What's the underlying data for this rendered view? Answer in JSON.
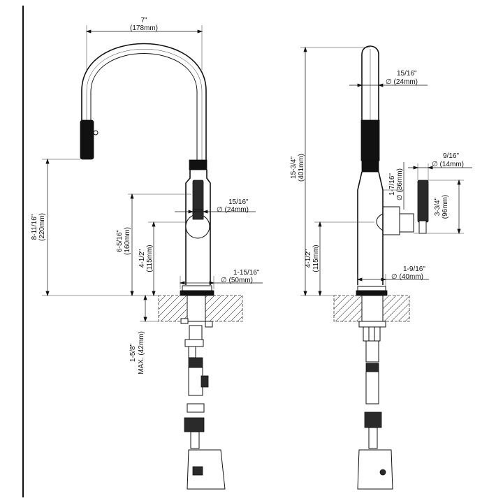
{
  "front_view": {
    "width_in": "7\"",
    "width_mm": "(178mm)",
    "spout_height_in": "8-11/16\"",
    "spout_height_mm": "(220mm)",
    "handle_height_in": "6-5/16\"",
    "handle_height_mm": "(160mm)",
    "lever_height_in": "4-1/2\"",
    "lever_height_mm": "(115mm)",
    "handle_dia_in": "15/16\"",
    "handle_dia_mm": "∅ (24mm)",
    "base_dia_in": "1-15/16\"",
    "base_dia_mm": "∅ (50mm)",
    "deck_in": "1-5/8\"",
    "deck_mm": "MAX. (42mm)"
  },
  "side_view": {
    "total_height_in": "15-3/4\"",
    "total_height_mm": "(401mm)",
    "spout_dia_in": "15/16\"",
    "spout_dia_mm": "∅ (24mm)",
    "body_dia_in": "1-7/16\"",
    "body_dia_mm": "∅ (36mm)",
    "lever_dia_in": "9/16\"",
    "lever_dia_mm": "∅ (14mm)",
    "lever_len_in": "3-3/4\"",
    "lever_len_mm": "(96mm)",
    "lever_height_in": "4-1/2\"",
    "lever_height_mm": "(115mm)",
    "base_dia_in": "1-9/16\"",
    "base_dia_mm": "∅ (40mm)"
  }
}
